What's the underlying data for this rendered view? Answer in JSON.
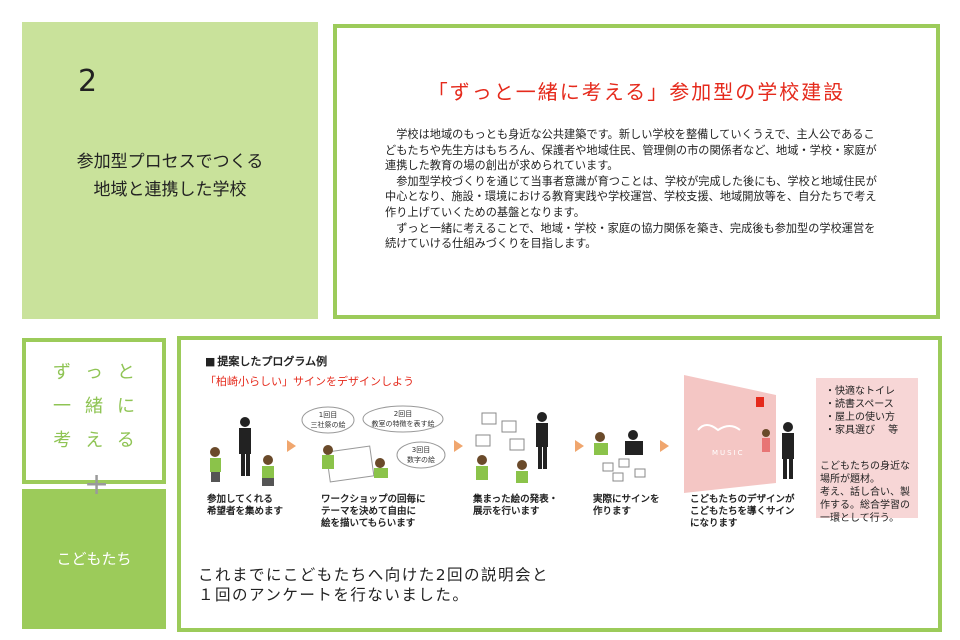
{
  "section": {
    "number": "2",
    "title_lines": [
      "参加型プロセスでつくる",
      "地域と連携した学校"
    ]
  },
  "main": {
    "heading": "「ずっと一緒に考える」参加型の学校建設",
    "paragraphs": [
      "学校は地域のもっとも身近な公共建築です。新しい学校を整備していくうえで、主人公であるこどもたちや先生方はもちろん、保護者や地域住民、管理側の市の関係者など、地域・学校・家庭が連携した教育の場の創出が求められています。",
      "参加型学校づくりを通じて当事者意識が育つことは、学校が完成した後にも、学校と地域住民が中心となり、施設・環境における教育実践や学校運営、学校支援、地域開放等を、自分たちで考え作り上げていくための基盤となります。",
      "ずっと一緒に考えることで、地域・学校・家庭の協力関係を築き、完成後も参加型の学校運営を続けていける仕組みづくりを目指します。"
    ]
  },
  "slogan": {
    "lines": [
      "ずっと",
      "一緒に",
      "考える"
    ],
    "plus": "+",
    "children": "こどもたち"
  },
  "program": {
    "title_marker": "■",
    "title": "提案したプログラム例",
    "subtitle": "「柏崎小らしい」サインをデザインしよう",
    "bubbles": {
      "b1": [
        "1回目",
        "三社祭の絵"
      ],
      "b2": [
        "2回目",
        "教室の特徴を表す絵"
      ],
      "b3": [
        "3回目",
        "数字の絵"
      ]
    },
    "wall_label": "MUSIC",
    "steps": [
      [
        "参加してくれる",
        "希望者を集めます"
      ],
      [
        "ワークショップの回毎に",
        "テーマを決めて自由に",
        "絵を描いてもらいます"
      ],
      [
        "集まった絵の発表・",
        "展示を行います"
      ],
      [
        "実際にサインを",
        "作ります"
      ],
      [
        "こどもたちのデザインが",
        "こどもたちを導くサイン",
        "になります"
      ]
    ],
    "topics": [
      "・快適なトイレ",
      "・読書スペース",
      "・屋上の使い方",
      "・家具選び　 等"
    ],
    "topics_note": [
      "こどもたちの身近な",
      "場所が題材。",
      "考え、話し合い、製",
      "作する。総合学習の",
      "一環として行う。"
    ]
  },
  "summary": {
    "lines": [
      "これまでにこどもたちへ向けた2回の説明会と",
      "１回のアンケートを行ないました。"
    ]
  },
  "colors": {
    "light_green": "#c9e29b",
    "frame_green": "#9ccb5a",
    "slogan_green": "#8fc454",
    "accent_red": "#e52a1c",
    "pink_box": "#f7d6d6",
    "arrow_orange": "#f0a66e"
  }
}
